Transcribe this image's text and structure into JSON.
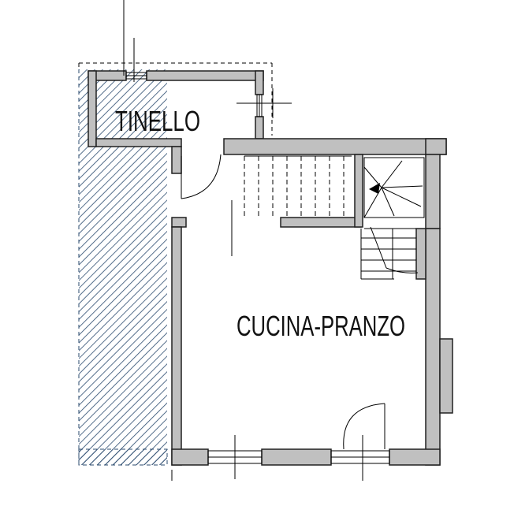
{
  "plan": {
    "rooms": [
      {
        "id": "tinello",
        "label": "TINELLO"
      },
      {
        "id": "cucina",
        "label": "CUCINA-PRANZO"
      }
    ],
    "colors": {
      "wall": "#c0c0c0",
      "wall_outline": "#202020",
      "hatch": "#2a4a6e",
      "line": "#000000",
      "background": "#ffffff"
    }
  }
}
